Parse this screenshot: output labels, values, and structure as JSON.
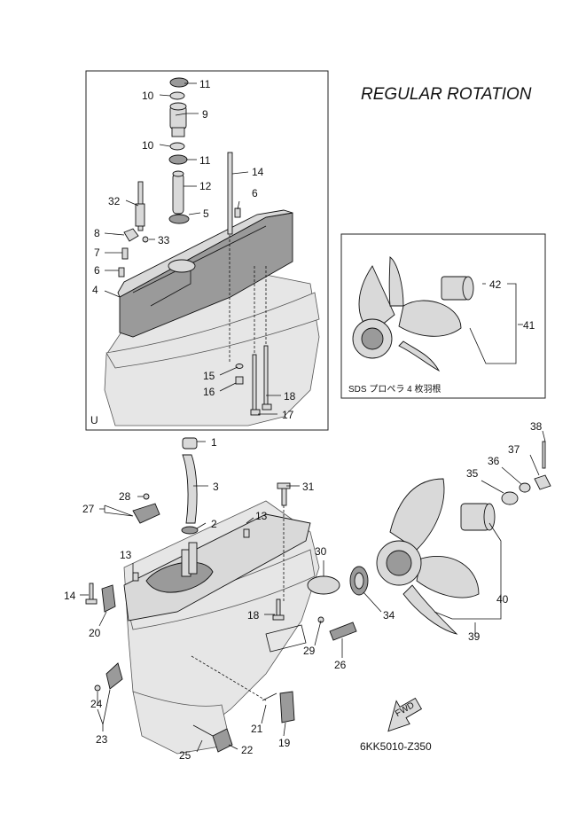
{
  "title": "REGULAR ROTATION",
  "inset_letter": "U",
  "sds_label": "SDS プロペラ 4 枚羽根",
  "fwd_label": "FWD",
  "diagram_code": "6KK5010-Z350",
  "callouts": [
    "1",
    "2",
    "3",
    "4",
    "5",
    "6",
    "6",
    "7",
    "8",
    "9",
    "10",
    "10",
    "11",
    "11",
    "12",
    "13",
    "13",
    "14",
    "14",
    "15",
    "16",
    "17",
    "18",
    "18",
    "19",
    "20",
    "21",
    "22",
    "23",
    "24",
    "25",
    "26",
    "27",
    "28",
    "29",
    "30",
    "31",
    "32",
    "33",
    "34",
    "35",
    "36",
    "37",
    "38",
    "39",
    "40",
    "41",
    "42"
  ]
}
